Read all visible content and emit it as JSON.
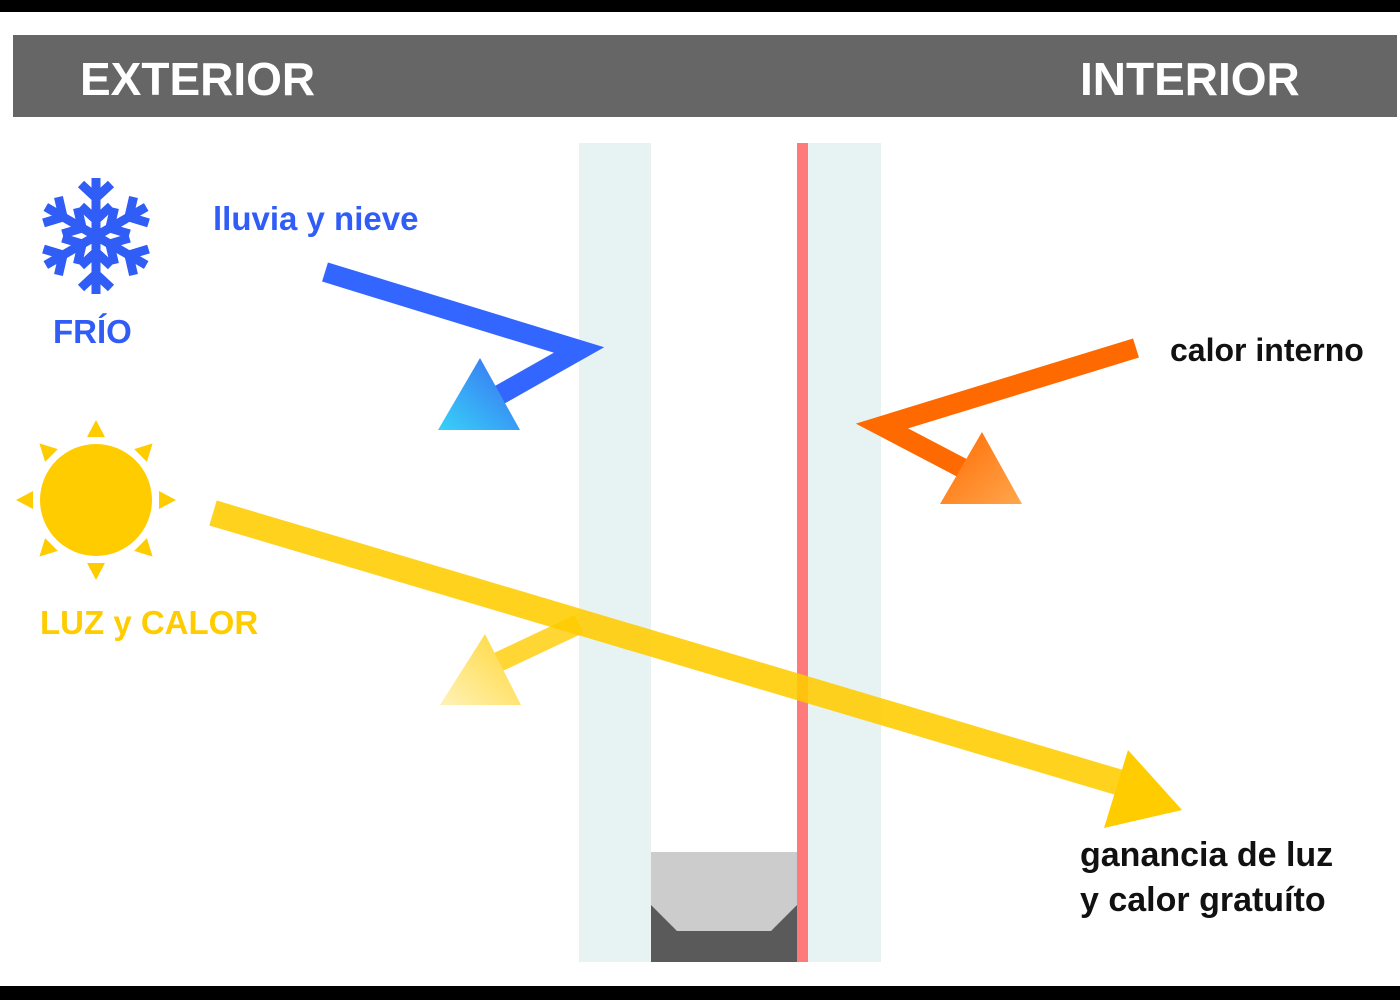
{
  "header": {
    "left_label": "EXTERIOR",
    "right_label": "INTERIOR"
  },
  "labels": {
    "cold": "FRÍO",
    "rain_snow": "lluvia y nieve",
    "light_heat": "LUZ y CALOR",
    "internal_heat": "calor interno",
    "gain_line1": "ganancia de luz",
    "gain_line2": "y calor gratuíto"
  },
  "icons": {
    "cold": "snowflake-icon",
    "light_heat": "sun-icon"
  },
  "colors": {
    "header_bg": "#666666",
    "header_text": "#ffffff",
    "cold_blue": "#2f5df5",
    "sun_yellow": "#ffcc00",
    "heat_orange": "#ff6a00",
    "glass_pane": "#e7f3f3",
    "low_e_coating": "#ff7a7a",
    "spacer_light": "#cccccc",
    "spacer_dark": "#5a5a5a",
    "label_dark": "#111111"
  }
}
